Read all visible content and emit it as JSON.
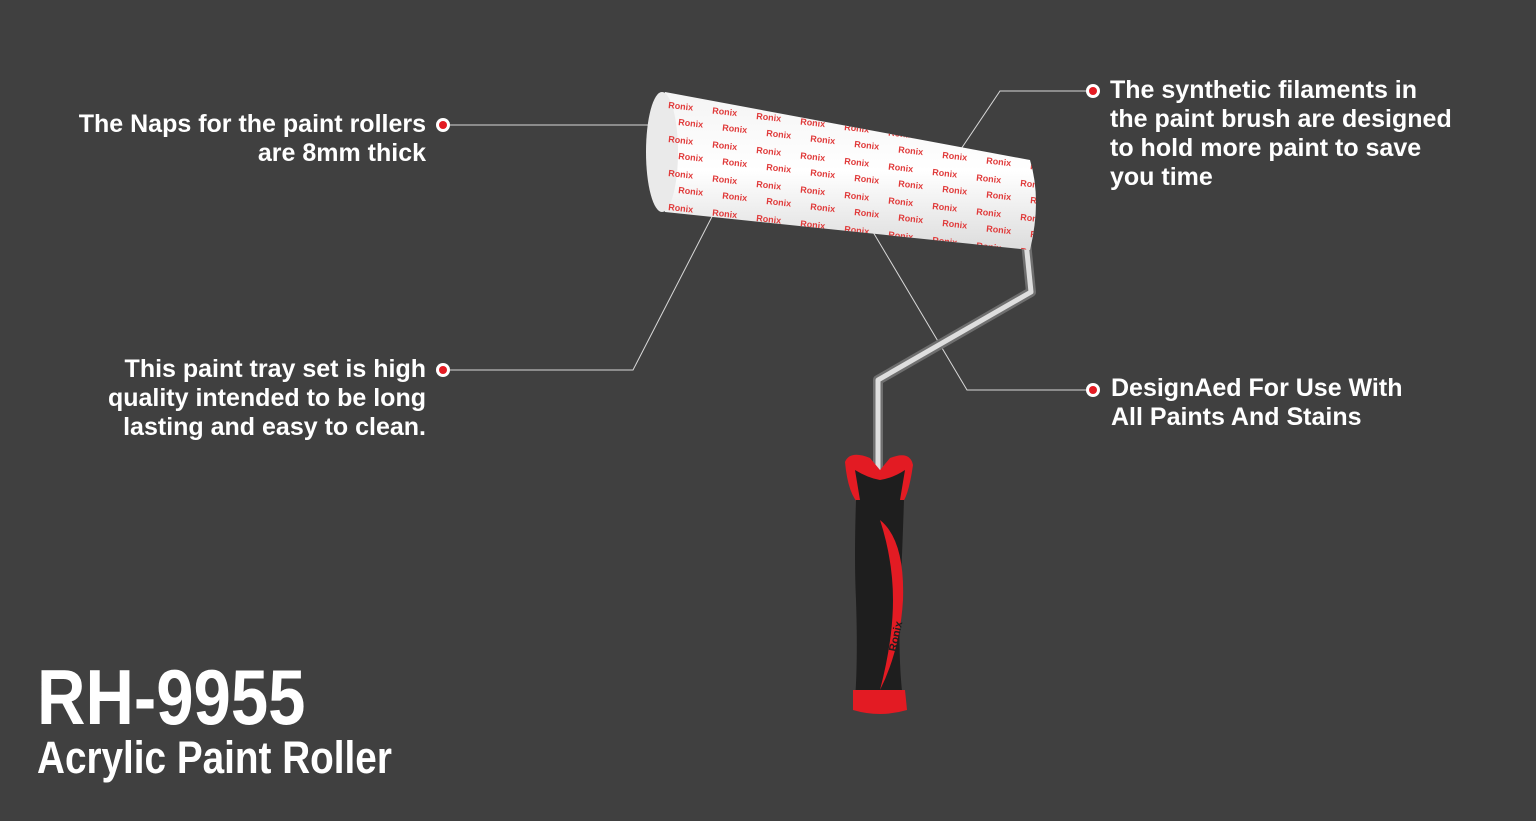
{
  "colors": {
    "background": "#404040",
    "text": "#ffffff",
    "accent": "#e31b23",
    "leader_line": "#d8d8d8",
    "grip": "#1e1e1e"
  },
  "callouts": {
    "naps": {
      "lines": [
        "The Naps for the paint rollers",
        "are 8mm thick"
      ],
      "icon": "red-dot-marker"
    },
    "tray": {
      "lines": [
        "This paint tray set is high",
        "quality intended to be long",
        "lasting and easy to clean."
      ],
      "icon": "red-dot-marker"
    },
    "filaments": {
      "lines": [
        "The synthetic filaments in",
        "the paint brush are designed",
        "to hold more paint to save",
        "you time"
      ],
      "icon": "red-dot-marker"
    },
    "paints": {
      "lines": [
        "DesignAed For Use With",
        "All Paints And Stains"
      ],
      "icon": "red-dot-marker"
    }
  },
  "product": {
    "model": "RH-9955",
    "name": "Acrylic Paint Roller",
    "brand_print": "Ronix"
  }
}
